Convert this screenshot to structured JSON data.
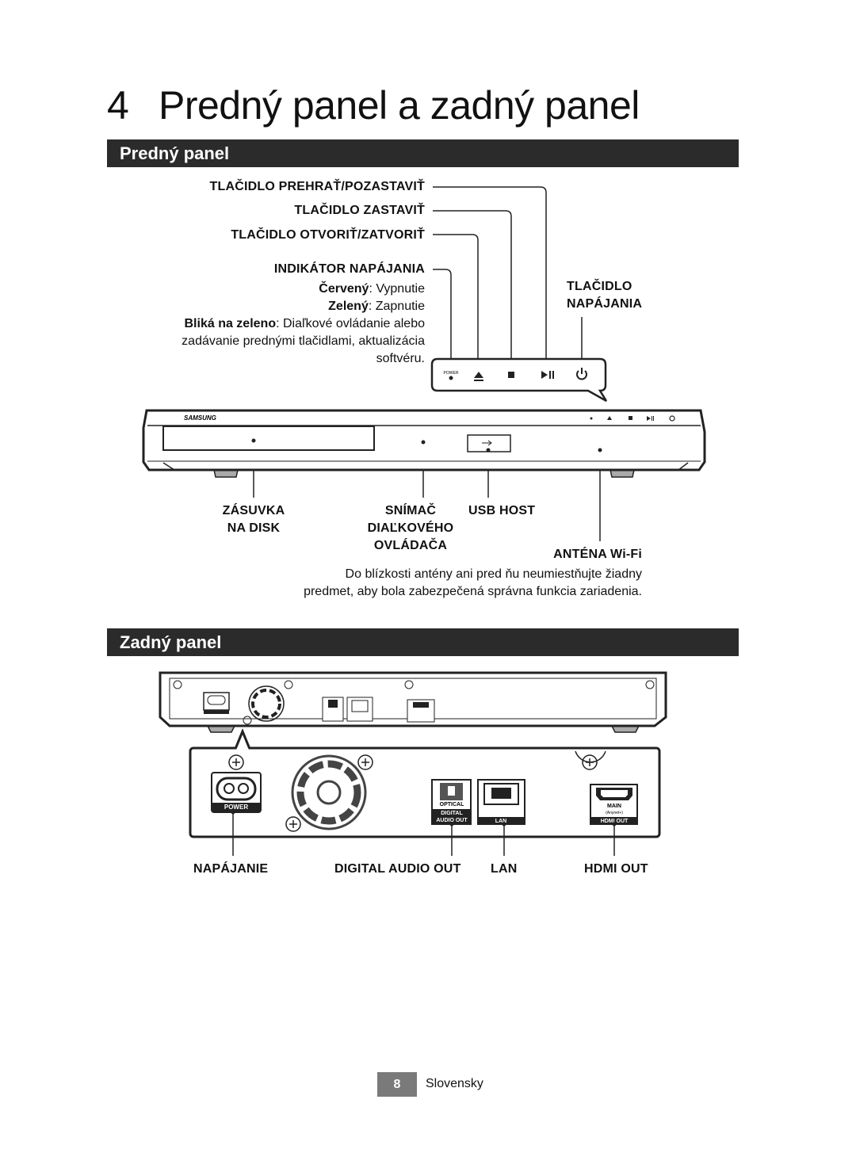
{
  "chapter": {
    "number": "4",
    "title": "Predný panel a zadný panel"
  },
  "front": {
    "heading": "Predný panel",
    "labels": {
      "play_pause": "TLAČIDLO PREHRAŤ/POZASTAVIŤ",
      "stop": "TLAČIDLO ZASTAVIŤ",
      "open_close": "TLAČIDLO OTVORIŤ/ZATVORIŤ",
      "power_indicator": "INDIKÁTOR NAPÁJANIA",
      "power_button_line1": "TLAČIDLO",
      "power_button_line2": "NAPÁJANIA",
      "disc_tray_line1": "ZÁSUVKA",
      "disc_tray_line2": "NA DISK",
      "remote_sensor_line1": "SNÍMAČ",
      "remote_sensor_line2": "DIAĽKOVÉHO",
      "remote_sensor_line3": "OVLÁDAČA",
      "usb_host": "USB HOST",
      "wifi_antenna": "ANTÉNA Wi-Fi"
    },
    "indicator_states": {
      "red_term": "Červený",
      "red_desc": ": Vypnutie",
      "green_term": "Zelený",
      "green_desc": ": Zapnutie",
      "blink_term": "Bliká na zeleno",
      "blink_desc": ": Diaľkové ovládanie alebo",
      "blink_line2": "zadávanie prednými tlačidlami, aktualizácia",
      "blink_line3": "softvéru."
    },
    "antenna_note_line1": "Do blízkosti antény ani pred ňu neumiestňujte žiadny",
    "antenna_note_line2": "predmet, aby bola zabezpečená správna funkcia zariadenia.",
    "device_text": {
      "brand": "SAMSUNG",
      "power_small": "POWER"
    }
  },
  "rear": {
    "heading": "Zadný panel",
    "labels": {
      "power": "NAPÁJANIE",
      "digital_audio_out": "DIGITAL AUDIO OUT",
      "lan": "LAN",
      "hdmi_out": "HDMI OUT"
    },
    "device_text": {
      "power": "POWER",
      "optical": "OPTICAL",
      "digital": "DIGITAL",
      "audio_out": "AUDIO OUT",
      "lan": "LAN",
      "main": "MAIN",
      "anynet": "(Anynet+)",
      "hdmi_out": "HDMI OUT"
    }
  },
  "footer": {
    "page": "8",
    "language": "Slovensky"
  }
}
